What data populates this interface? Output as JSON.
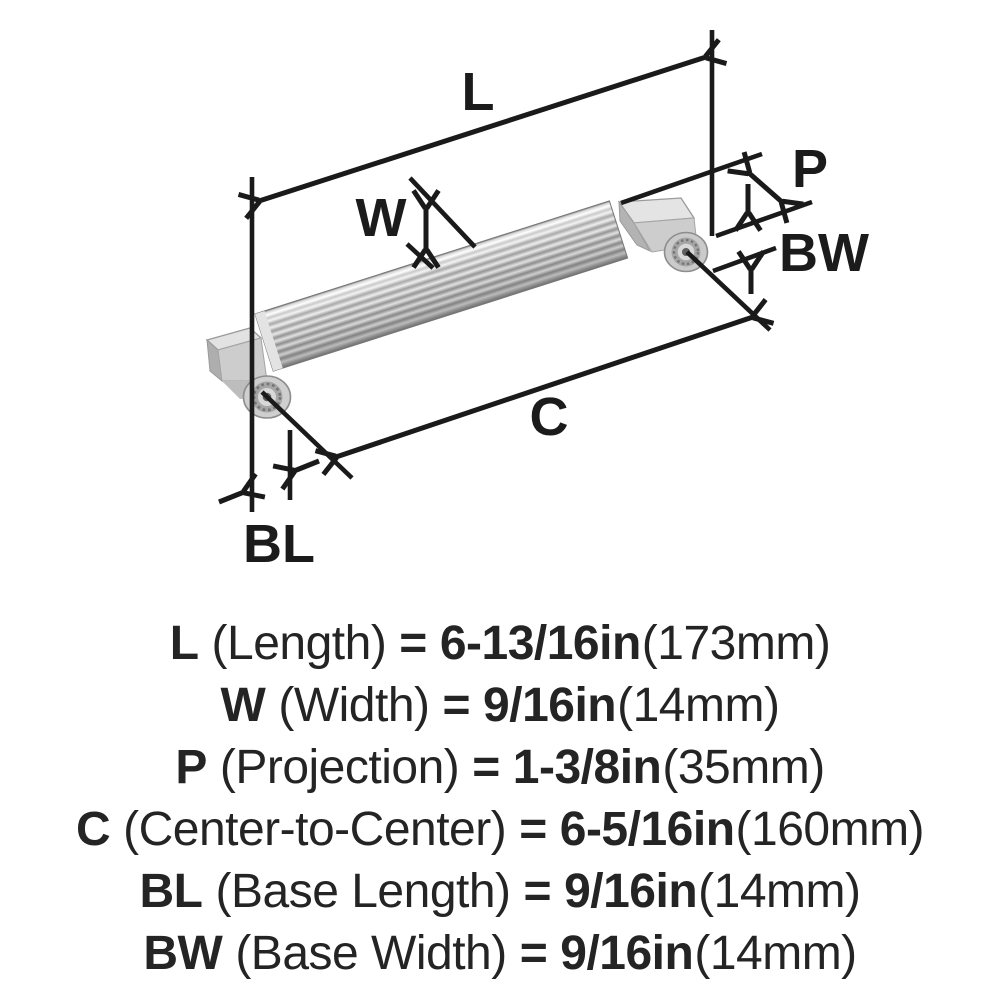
{
  "diagram": {
    "labels": {
      "length": "L",
      "width": "W",
      "projection": "P",
      "center_to_center": "C",
      "base_length": "BL",
      "base_width": "BW"
    },
    "colors": {
      "line": "#1a1a1a",
      "handle_light": "#f2f2f2",
      "handle_mid": "#c9c9c9",
      "handle_dark": "#8a8a8a",
      "background": "#ffffff"
    }
  },
  "specs": [
    {
      "label": "L",
      "name": "(Length)",
      "eq": "=",
      "value": "6-13/16in",
      "metric": "(173mm)"
    },
    {
      "label": "W",
      "name": "(Width)",
      "eq": "=",
      "value": "9/16in",
      "metric": "(14mm)"
    },
    {
      "label": "P",
      "name": "(Projection)",
      "eq": "=",
      "value": "1-3/8in",
      "metric": "(35mm)"
    },
    {
      "label": "C",
      "name": "(Center-to-Center)",
      "eq": "=",
      "value": "6-5/16in",
      "metric": "(160mm)"
    },
    {
      "label": "BL",
      "name": "(Base Length)",
      "eq": "=",
      "value": "9/16in",
      "metric": "(14mm)"
    },
    {
      "label": "BW",
      "name": "(Base Width)",
      "eq": "=",
      "value": "9/16in",
      "metric": "(14mm)"
    }
  ]
}
